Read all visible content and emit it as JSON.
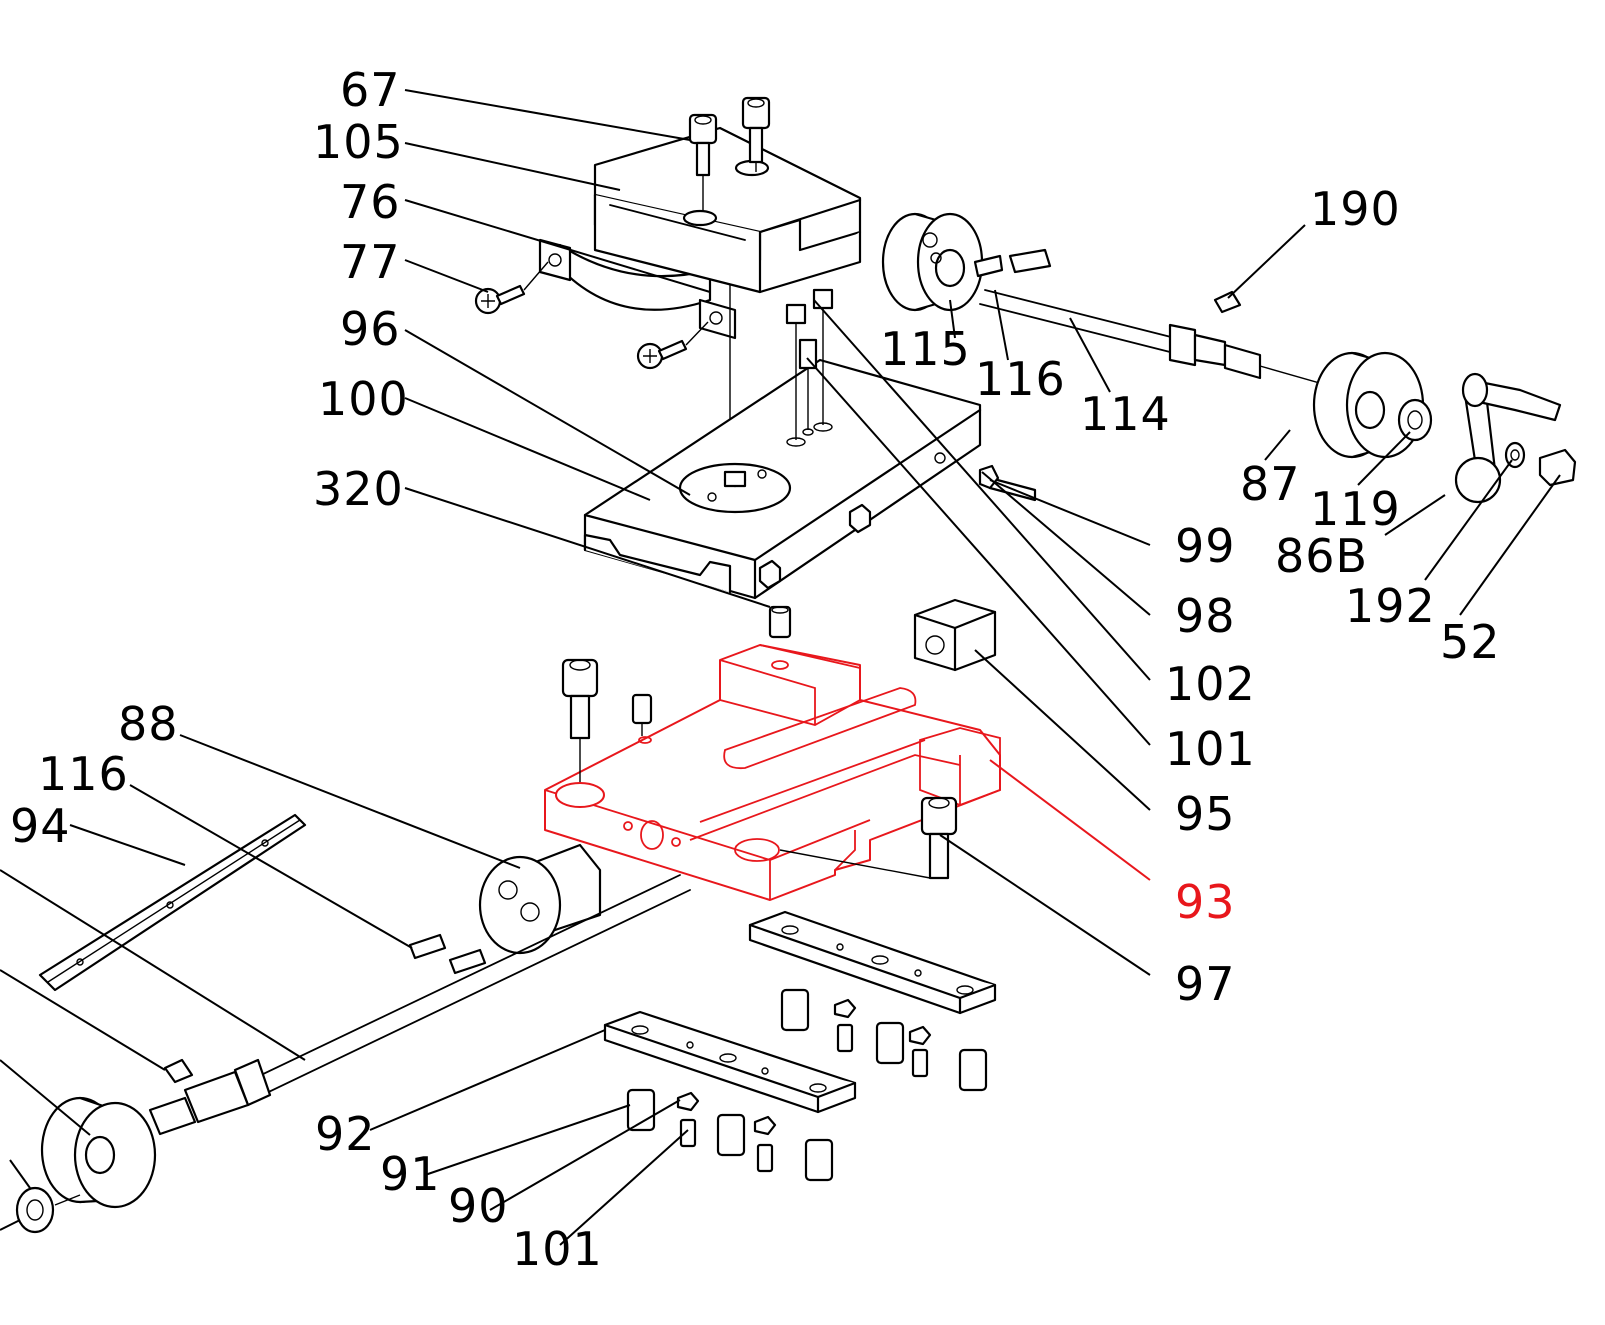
{
  "diagram": {
    "highlight_color": "#e8171c",
    "callouts": [
      {
        "text": "67",
        "highlighted": false
      },
      {
        "text": "105",
        "highlighted": false
      },
      {
        "text": "76",
        "highlighted": false
      },
      {
        "text": "77",
        "highlighted": false
      },
      {
        "text": "96",
        "highlighted": false
      },
      {
        "text": "100",
        "highlighted": false
      },
      {
        "text": "320",
        "highlighted": false
      },
      {
        "text": "190",
        "highlighted": false
      },
      {
        "text": "115",
        "highlighted": false
      },
      {
        "text": "116",
        "highlighted": false
      },
      {
        "text": "114",
        "highlighted": false
      },
      {
        "text": "87",
        "highlighted": false
      },
      {
        "text": "119",
        "highlighted": false
      },
      {
        "text": "86B",
        "highlighted": false
      },
      {
        "text": "192",
        "highlighted": false
      },
      {
        "text": "52",
        "highlighted": false
      },
      {
        "text": "99",
        "highlighted": false
      },
      {
        "text": "98",
        "highlighted": false
      },
      {
        "text": "102",
        "highlighted": false
      },
      {
        "text": "101",
        "highlighted": false
      },
      {
        "text": "95",
        "highlighted": false
      },
      {
        "text": "93",
        "highlighted": true
      },
      {
        "text": "97",
        "highlighted": false
      },
      {
        "text": "88",
        "highlighted": false
      },
      {
        "text": "116",
        "highlighted": false
      },
      {
        "text": "94",
        "highlighted": false
      },
      {
        "text": "92",
        "highlighted": false
      },
      {
        "text": "91",
        "highlighted": false
      },
      {
        "text": "90",
        "highlighted": false
      },
      {
        "text": "101",
        "highlighted": false
      }
    ]
  }
}
